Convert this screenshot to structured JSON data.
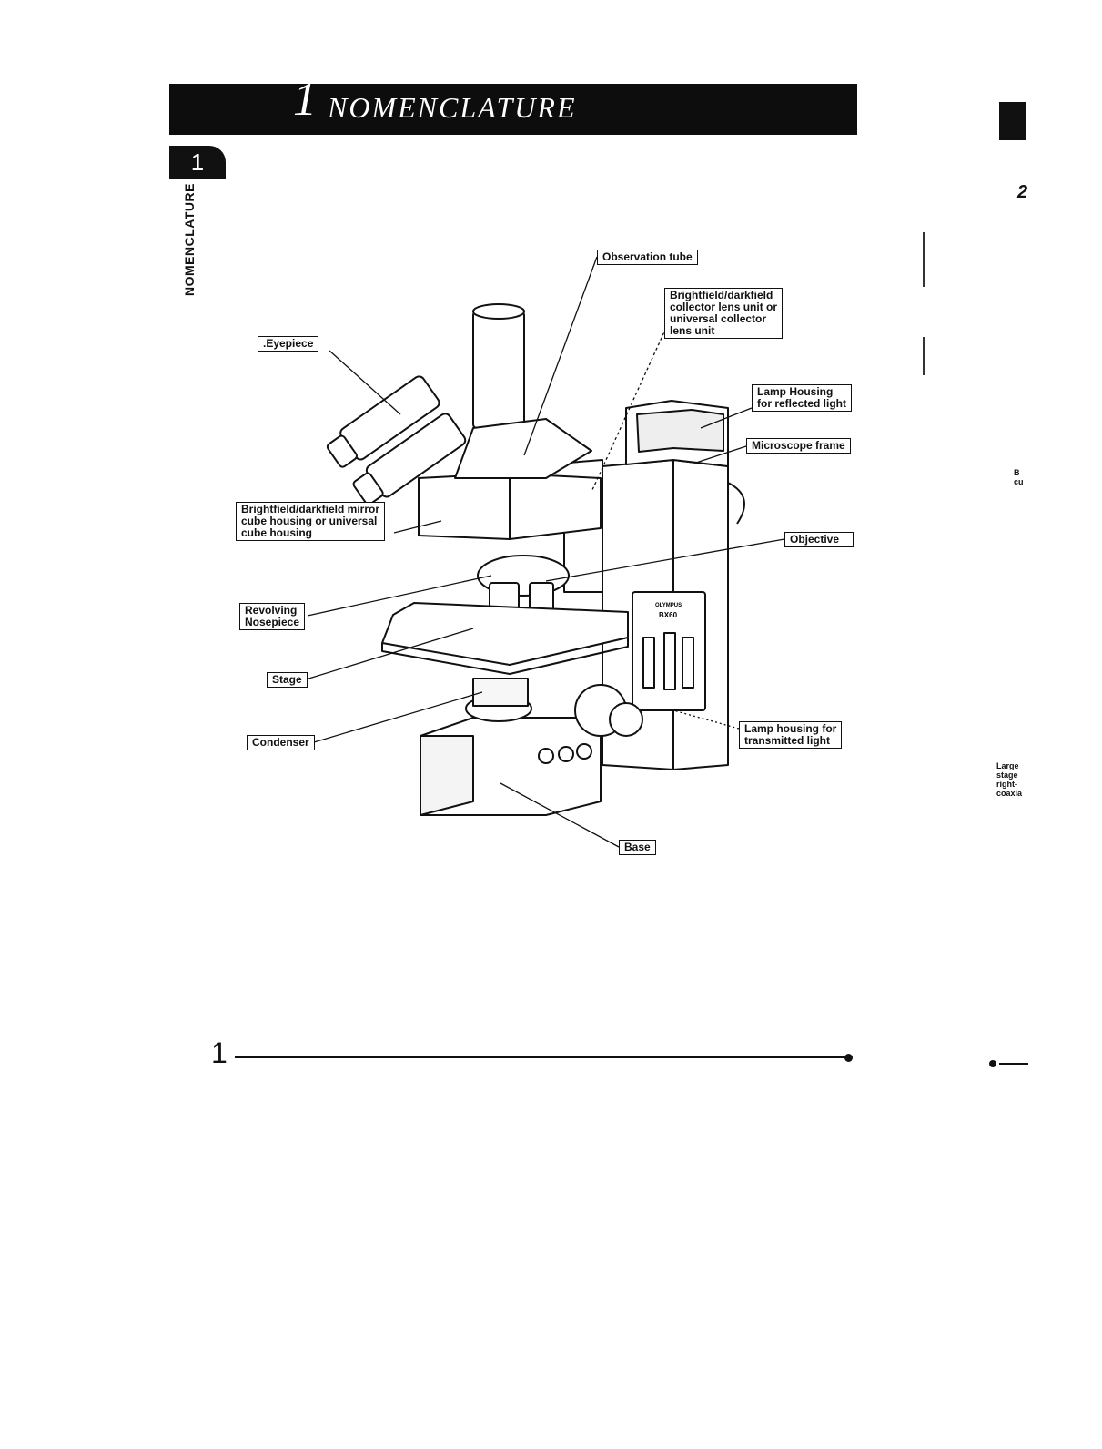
{
  "header": {
    "chapter_number": "1",
    "title": "NOMENCLATURE"
  },
  "chapter_tab": "1",
  "side_label": "NOMENCLATURE",
  "callouts": {
    "observation_tube": "Observation tube",
    "collector_lens": "Brightfield/darkfield\ncollector lens unit or\nuniversal collector\nlens unit",
    "eyepiece": ".Eyepiece",
    "lamp_reflected": "Lamp Housing\nfor reflected light",
    "microscope_frame": "Microscope frame",
    "mirror_cube": "Brightfield/darkfield mirror\ncube housing or universal\ncube housing",
    "objective": "Objective",
    "nosepiece": "Revolving\nNosepiece",
    "stage": "Stage",
    "condenser": "Condenser",
    "lamp_transmitted": "Lamp housing for\ntransmitted light",
    "base": "Base"
  },
  "illustration": {
    "brand": "OLYMPUS",
    "model": "BX60"
  },
  "footer": {
    "page_number": "1"
  },
  "right_fragments": {
    "top": "2",
    "mid": "B\ncu",
    "low": "Large\nstage\nright-\ncoaxia"
  }
}
